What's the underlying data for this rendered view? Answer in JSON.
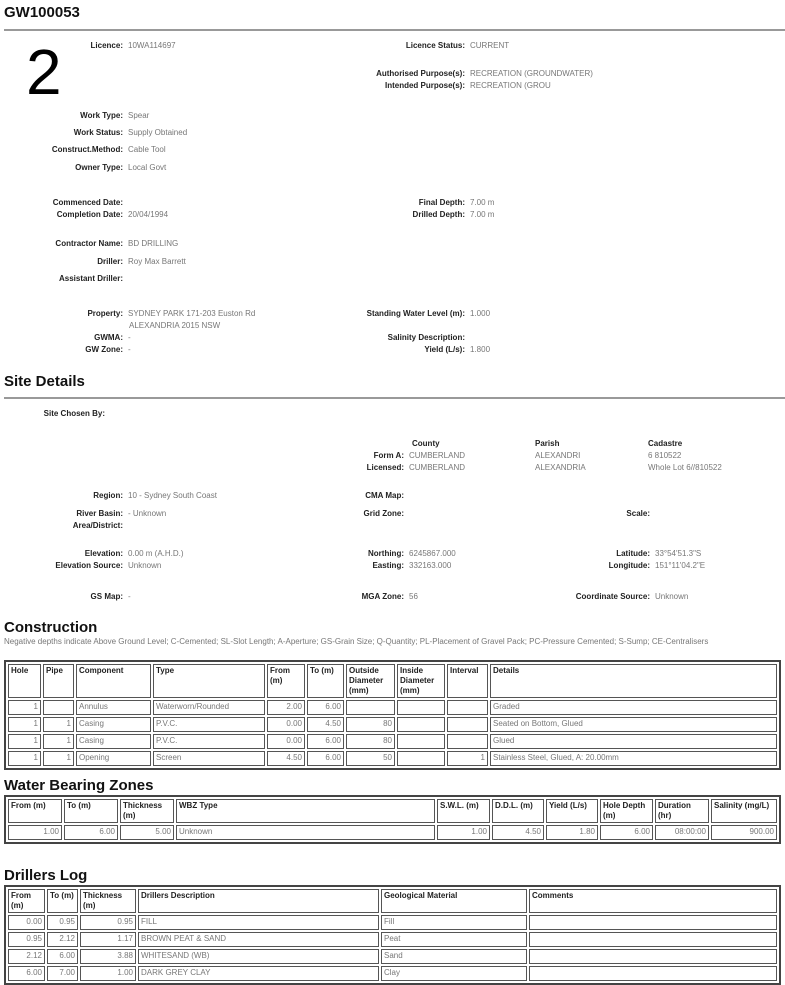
{
  "title": "GW100053",
  "page_number": "2",
  "work": {
    "licence": {
      "label": "Licence:",
      "value": "10WA114697"
    },
    "licence_status": {
      "label": "Licence Status:",
      "value": "CURRENT"
    },
    "authorised_purpose": {
      "label": "Authorised Purpose(s):",
      "value": "RECREATION (GROUNDWATER)"
    },
    "intended_purpose": {
      "label": "Intended Purpose(s):",
      "value": "RECREATION (GROU"
    },
    "work_type": {
      "label": "Work Type:",
      "value": "Spear"
    },
    "work_status": {
      "label": "Work Status:",
      "value": "Supply Obtained"
    },
    "construct_method": {
      "label": "Construct.Method:",
      "value": "Cable Tool"
    },
    "owner_type": {
      "label": "Owner Type:",
      "value": "Local Govt"
    },
    "commenced_date": {
      "label": "Commenced Date:",
      "value": ""
    },
    "completion_date": {
      "label": "Completion Date:",
      "value": "20/04/1994"
    },
    "final_depth": {
      "label": "Final Depth:",
      "value": "7.00 m"
    },
    "drilled_depth": {
      "label": "Drilled Depth:",
      "value": "7.00 m"
    },
    "contractor_name": {
      "label": "Contractor Name:",
      "value": "BD DRILLING"
    },
    "driller": {
      "label": "Driller:",
      "value": "Roy Max Barrett"
    },
    "assistant_driller": {
      "label": "Assistant Driller:",
      "value": ""
    },
    "property": {
      "label": "Property:",
      "value": "SYDNEY PARK 171-203 Euston Rd",
      "value2": "ALEXANDRIA 2015 NSW"
    },
    "gwma": {
      "label": "GWMA:",
      "value": "-"
    },
    "gw_zone": {
      "label": "GW Zone:",
      "value": "-"
    },
    "standing_water_level": {
      "label": "Standing Water Level (m):",
      "value": "1.000"
    },
    "salinity_description": {
      "label": "Salinity Description:",
      "value": ""
    },
    "yield": {
      "label": "Yield (L/s):",
      "value": "1.800"
    }
  },
  "site": {
    "heading": "Site Details",
    "site_chosen_by": {
      "label": "Site Chosen By:",
      "value": ""
    },
    "col_county": "County",
    "col_parish": "Parish",
    "col_cadastre": "Cadastre",
    "form_a": {
      "label": "Form A:",
      "county": "CUMBERLAND",
      "parish": "ALEXANDRI",
      "cadastre": "6 810522"
    },
    "licensed": {
      "label": "Licensed:",
      "county": "CUMBERLAND",
      "parish": "ALEXANDRIA",
      "cadastre": "Whole Lot 6//810522"
    },
    "region": {
      "label": "Region:",
      "value": "10 - Sydney South Coast"
    },
    "cma_map": {
      "label": "CMA Map:",
      "value": ""
    },
    "river_basin": {
      "label": "River Basin:",
      "value": "- Unknown"
    },
    "area_district": {
      "label": "Area/District:",
      "value": ""
    },
    "grid_zone": {
      "label": "Grid Zone:",
      "value": ""
    },
    "scale": {
      "label": "Scale:",
      "value": ""
    },
    "elevation": {
      "label": "Elevation:",
      "value": "0.00 m (A.H.D.)"
    },
    "elevation_source": {
      "label": "Elevation Source:",
      "value": "Unknown"
    },
    "northing": {
      "label": "Northing:",
      "value": "6245867.000"
    },
    "easting": {
      "label": "Easting:",
      "value": "332163.000"
    },
    "latitude": {
      "label": "Latitude:",
      "value": "33°54'51.3\"S"
    },
    "longitude": {
      "label": "Longitude:",
      "value": "151°11'04.2\"E"
    },
    "gs_map": {
      "label": "GS Map:",
      "value": "-"
    },
    "mga_zone": {
      "label": "MGA Zone:",
      "value": "56"
    },
    "coordinate_source": {
      "label": "Coordinate Source:",
      "value": "Unknown"
    }
  },
  "construction": {
    "heading": "Construction",
    "note": "Negative depths indicate Above Ground Level; C-Cemented; SL-Slot Length; A-Aperture; GS-Grain Size; Q-Quantity; PL-Placement of Gravel Pack; PC-Pressure Cemented; S-Sump; CE-Centralisers",
    "columns": [
      "Hole",
      "Pipe",
      "Component",
      "Type",
      "From (m)",
      "To (m)",
      "Outside Diameter (mm)",
      "Inside Diameter (mm)",
      "Interval",
      "Details"
    ],
    "rows": [
      [
        "1",
        "",
        "Annulus",
        "Waterworn/Rounded",
        "2.00",
        "6.00",
        "",
        "",
        "",
        "Graded"
      ],
      [
        "1",
        "1",
        "Casing",
        "P.V.C.",
        "0.00",
        "4.50",
        "80",
        "",
        "",
        "Seated on Bottom, Glued"
      ],
      [
        "1",
        "1",
        "Casing",
        "P.V.C.",
        "0.00",
        "6.00",
        "80",
        "",
        "",
        "Glued"
      ],
      [
        "1",
        "1",
        "Opening",
        "Screen",
        "4.50",
        "6.00",
        "50",
        "",
        "1",
        "Stainless Steel, Glued, A: 20.00mm"
      ]
    ]
  },
  "water_bearing_zones": {
    "heading": "Water Bearing Zones",
    "columns": [
      "From (m)",
      "To (m)",
      "Thickness (m)",
      "WBZ Type",
      "S.W.L. (m)",
      "D.D.L. (m)",
      "Yield (L/s)",
      "Hole Depth (m)",
      "Duration (hr)",
      "Salinity (mg/L)"
    ],
    "rows": [
      [
        "1.00",
        "6.00",
        "5.00",
        "Unknown",
        "1.00",
        "4.50",
        "1.80",
        "6.00",
        "08:00:00",
        "900.00"
      ]
    ]
  },
  "drillers_log": {
    "heading": "Drillers Log",
    "columns": [
      "From (m)",
      "To (m)",
      "Thickness (m)",
      "Drillers Description",
      "Geological Material",
      "Comments"
    ],
    "rows": [
      [
        "0.00",
        "0.95",
        "0.95",
        "FILL",
        "Fill",
        ""
      ],
      [
        "0.95",
        "2.12",
        "1.17",
        "BROWN PEAT & SAND",
        "Peat",
        ""
      ],
      [
        "2.12",
        "6.00",
        "3.88",
        "WHITESAND (WB)",
        "Sand",
        ""
      ],
      [
        "6.00",
        "7.00",
        "1.00",
        "DARK GREY CLAY",
        "Clay",
        ""
      ]
    ]
  }
}
